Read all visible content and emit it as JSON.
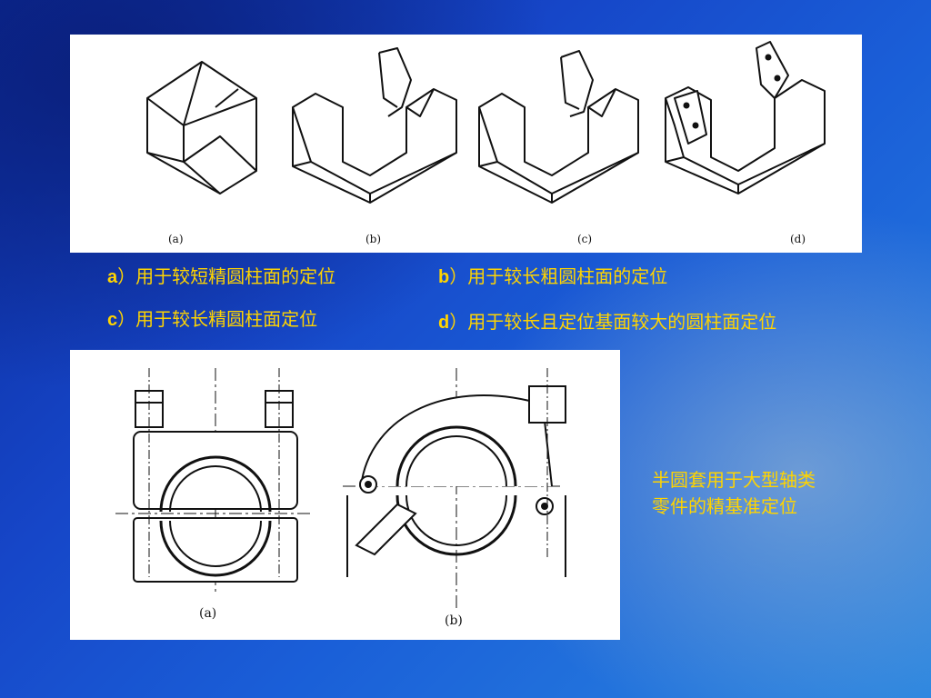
{
  "top_figure": {
    "labels": [
      "(a)",
      "(b)",
      "(c)",
      "(d)"
    ]
  },
  "captions": [
    {
      "letter": "a",
      "text": "）用于较短精圆柱面的定位"
    },
    {
      "letter": "b",
      "text": "）用于较长粗圆柱面的定位"
    },
    {
      "letter": "c",
      "text": "）用于较长精圆柱面定位"
    },
    {
      "letter": "d",
      "text": "）用于较长且定位基面较大的圆柱面定位"
    }
  ],
  "bottom_figure": {
    "labels": [
      "(a)",
      "(b)"
    ]
  },
  "side_note": "半圆套用于大型轴类零件的精基准定位",
  "colors": {
    "caption": "#ffd400",
    "background_dark": "#0b2a9a",
    "background_light": "#2a86e0",
    "panel": "#ffffff"
  }
}
